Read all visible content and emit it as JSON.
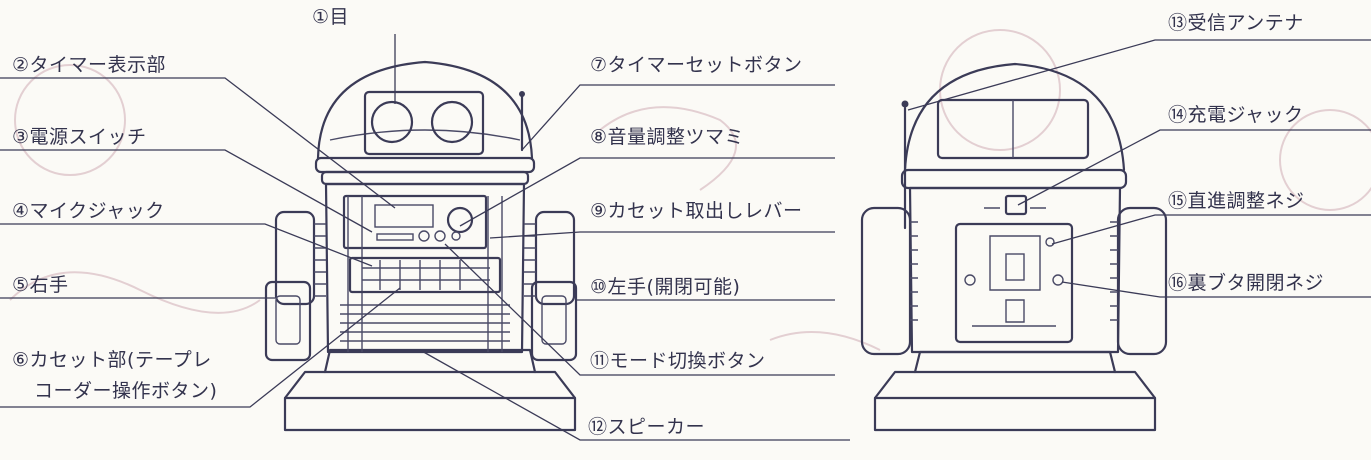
{
  "figure": {
    "front_labels": [
      {
        "id": "eye",
        "text": "①目"
      },
      {
        "id": "timer_display",
        "text": "②タイマー表示部"
      },
      {
        "id": "power_switch",
        "text": "③電源スイッチ"
      },
      {
        "id": "mic_jack",
        "text": "④マイクジャック"
      },
      {
        "id": "right_hand",
        "text": "⑤右手"
      },
      {
        "id": "cassette",
        "lines": [
          "⑥カセット部(テープレ",
          "コーダー操作ボタン)"
        ]
      },
      {
        "id": "timer_set_button",
        "text": "⑦タイマーセットボタン"
      },
      {
        "id": "volume_knob",
        "text": "⑧音量調整ツマミ"
      },
      {
        "id": "cassette_eject",
        "text": "⑨カセット取出しレバー"
      },
      {
        "id": "left_hand",
        "text": "⑩左手(開閉可能)"
      },
      {
        "id": "mode_button",
        "text": "⑪モード切換ボタン"
      },
      {
        "id": "speaker",
        "text": "⑫スピーカー"
      }
    ],
    "back_labels": [
      {
        "id": "antenna",
        "text": "⑬受信アンテナ"
      },
      {
        "id": "charge_jack",
        "text": "⑭充電ジャック"
      },
      {
        "id": "straight_screw",
        "text": "⑮直進調整ネジ"
      },
      {
        "id": "back_cover_screw",
        "text": "⑯裏ブタ開閉ネジ"
      }
    ]
  },
  "colors": {
    "ink": "#3b3b57",
    "paper": "#fbfaf6",
    "background_tint": "#e3cfd2"
  }
}
